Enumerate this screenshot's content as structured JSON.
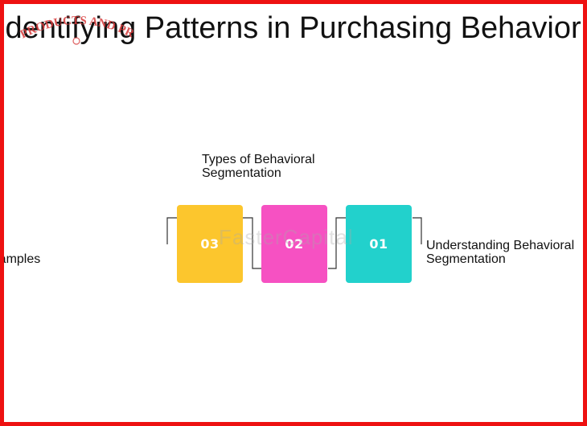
{
  "title": "Identifying Patterns in Purchasing Behavior",
  "stamp_text": "PRODUCTS AND PRICE",
  "watermark": "FasterCapital",
  "labels": {
    "types": "Types of Behavioral\nSegmentation",
    "examples": "Examples",
    "understanding": "Understanding Behavioral\nSegmentation"
  },
  "cards": [
    {
      "number": "03",
      "color": "#fcc62d"
    },
    {
      "number": "02",
      "color": "#f651c2"
    },
    {
      "number": "01",
      "color": "#22d1cc"
    }
  ],
  "colors": {
    "frame": "#ee1111",
    "stamp": "#d63a3a",
    "connector": "#333333"
  }
}
